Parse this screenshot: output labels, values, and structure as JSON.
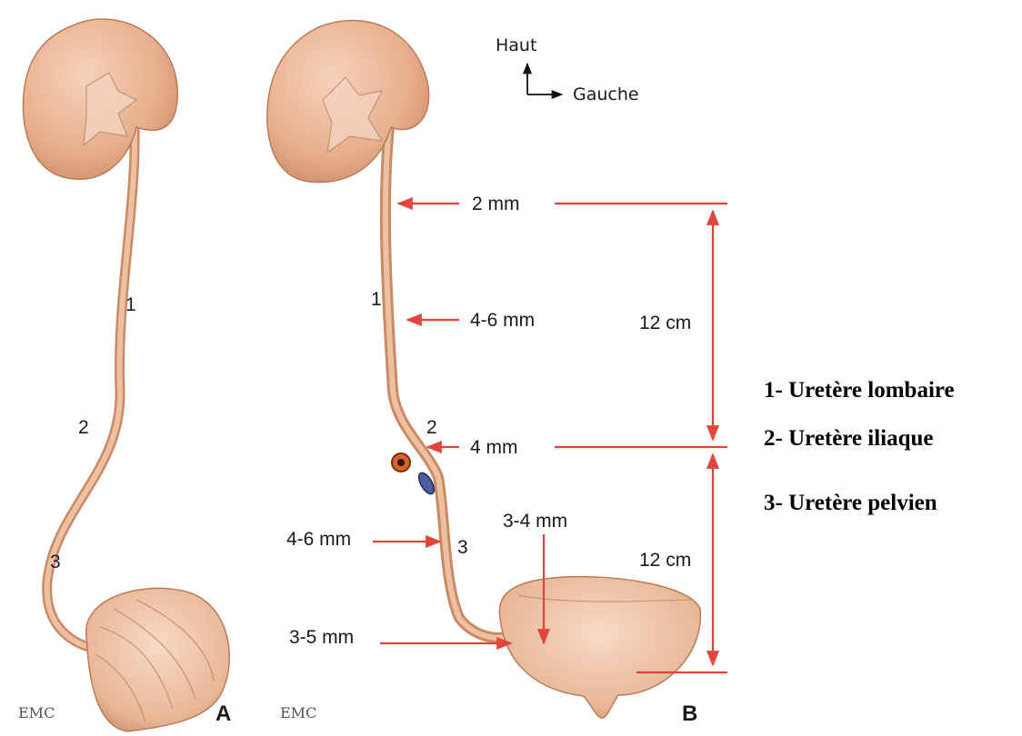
{
  "orientation": {
    "up": "Haut",
    "left": "Gauche"
  },
  "panel_a": {
    "label": "A",
    "segments": [
      "1",
      "2",
      "3"
    ],
    "credit": "EMC"
  },
  "panel_b": {
    "label": "B",
    "segments": [
      "1",
      "2",
      "3"
    ],
    "credit": "EMC",
    "measurements": {
      "m1": "2 mm",
      "m2": "4-6 mm",
      "m3": "4 mm",
      "m4": "4-6 mm",
      "m5": "3-4 mm",
      "m6": "3-5 mm",
      "len_upper": "12 cm",
      "len_lower": "12 cm"
    }
  },
  "legend": [
    "1- Uretère lombaire",
    "2- Uretère iliaque",
    "3- Uretère pelvien"
  ],
  "colors": {
    "tissue": "#e9b593",
    "tissue_dark": "#c98a66",
    "arrows": "#e0443a"
  }
}
